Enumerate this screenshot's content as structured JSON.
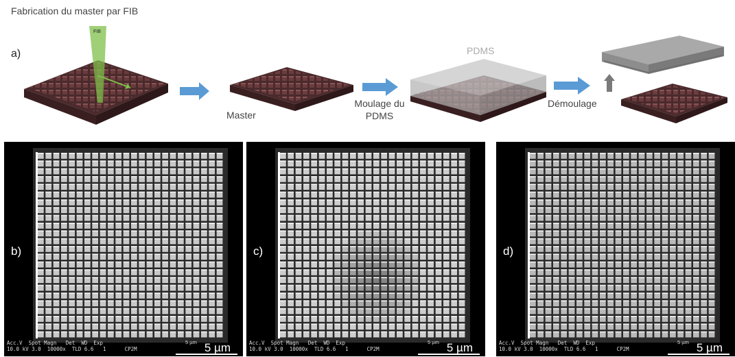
{
  "schematic": {
    "step1_title": "Fabrication du master par FIB",
    "panel_label": "a)",
    "fib_label": "FIB",
    "master_label": "Master",
    "moulage_label": "Moulage du\nPDMS",
    "pdms_label": "PDMS",
    "demoulage_label": "Démoulage"
  },
  "sem_panels": [
    {
      "letter": "b)",
      "info_header": "Acc.V  Spot Magn   Det  WD  Exp",
      "info_values": "10.0 kV 3.0  10000x  TLD 6.6   1      CP2M",
      "info_bar_label": "5 µm",
      "scale_label": "5 µm"
    },
    {
      "letter": "c)",
      "info_header": "Acc.V  Spot Magn   Det  WD  Exp",
      "info_values": "10.0 kV 3.0  10000x  TLD 6.6   1      CP2M",
      "info_bar_label": "5 µm",
      "scale_label": "5 µm"
    },
    {
      "letter": "d)",
      "info_header": "Acc.V  Spot Magn   Det  WD  Exp",
      "info_values": "10.0 kV 3.0  10000x  TLD 6.6   1      CP2M",
      "info_bar_label": "5 µm",
      "scale_label": "5 µm"
    }
  ],
  "colors": {
    "substrate": "#4a2a2c",
    "pillar": "#6b3c3e",
    "pdms": "#b9b9b9",
    "arrow": "#5b9bd5",
    "fib_beam": "#7fbf4a"
  }
}
